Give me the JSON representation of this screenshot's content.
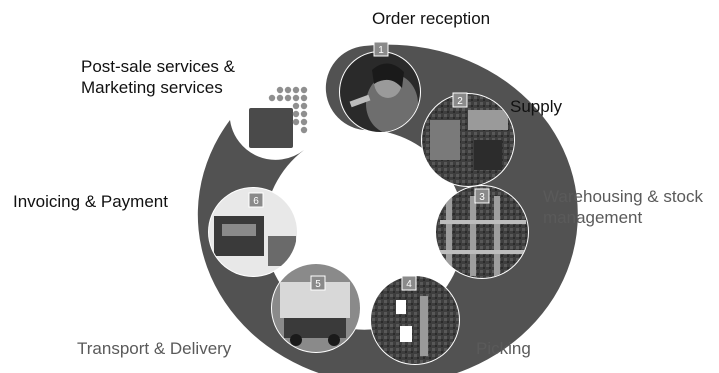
{
  "diagram": {
    "steps": [
      {
        "number": "1",
        "label": "Order reception",
        "photo": "person-on-phone"
      },
      {
        "number": "2",
        "label": "Supply",
        "photo": "loading-dock"
      },
      {
        "number": "3",
        "label": "Warehousing & stock management",
        "photo": "warehouse-racks"
      },
      {
        "number": "4",
        "label": "Picking",
        "photo": "picking-aisle"
      },
      {
        "number": "5",
        "label": "Transport & Delivery",
        "photo": "delivery-truck"
      },
      {
        "number": "6",
        "label": "Invoicing & Payment",
        "photo": "invoice-printer"
      }
    ],
    "center_label": {
      "line1": "Post-sale services &",
      "line2": "Marketing services"
    },
    "label_lines": {
      "warehousing_line1": "Warehousing & stock",
      "warehousing_line2": "management"
    },
    "colors": {
      "ring": "#505050",
      "badge": "#8a8a8a",
      "logo_square": "#4a4a4a",
      "logo_dots": "#8f8f8f"
    }
  }
}
